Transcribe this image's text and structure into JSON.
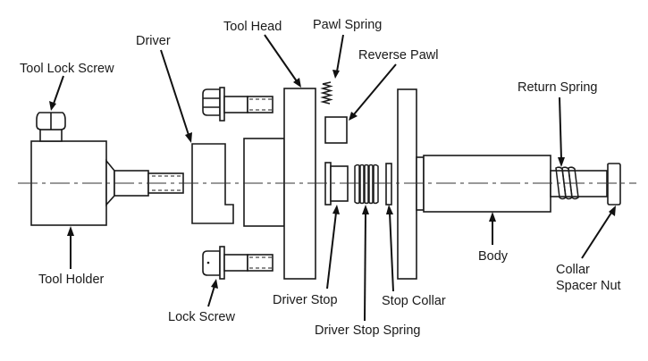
{
  "diagram": {
    "type": "exploded-assembly",
    "colors": {
      "ink": "#1a1a1a",
      "background": "#ffffff"
    },
    "labels": {
      "tool_lock_screw": "Tool Lock Screw",
      "driver": "Driver",
      "tool_head": "Tool Head",
      "pawl_spring": "Pawl Spring",
      "reverse_pawl": "Reverse Pawl",
      "return_spring": "Return Spring",
      "tool_holder": "Tool Holder",
      "lock_screw": "Lock Screw",
      "driver_stop": "Driver Stop",
      "driver_stop_spring": "Driver Stop Spring",
      "stop_collar": "Stop Collar",
      "body": "Body",
      "collar_spacer_nut_line1": "Collar",
      "collar_spacer_nut_line2": "Spacer Nut"
    }
  }
}
